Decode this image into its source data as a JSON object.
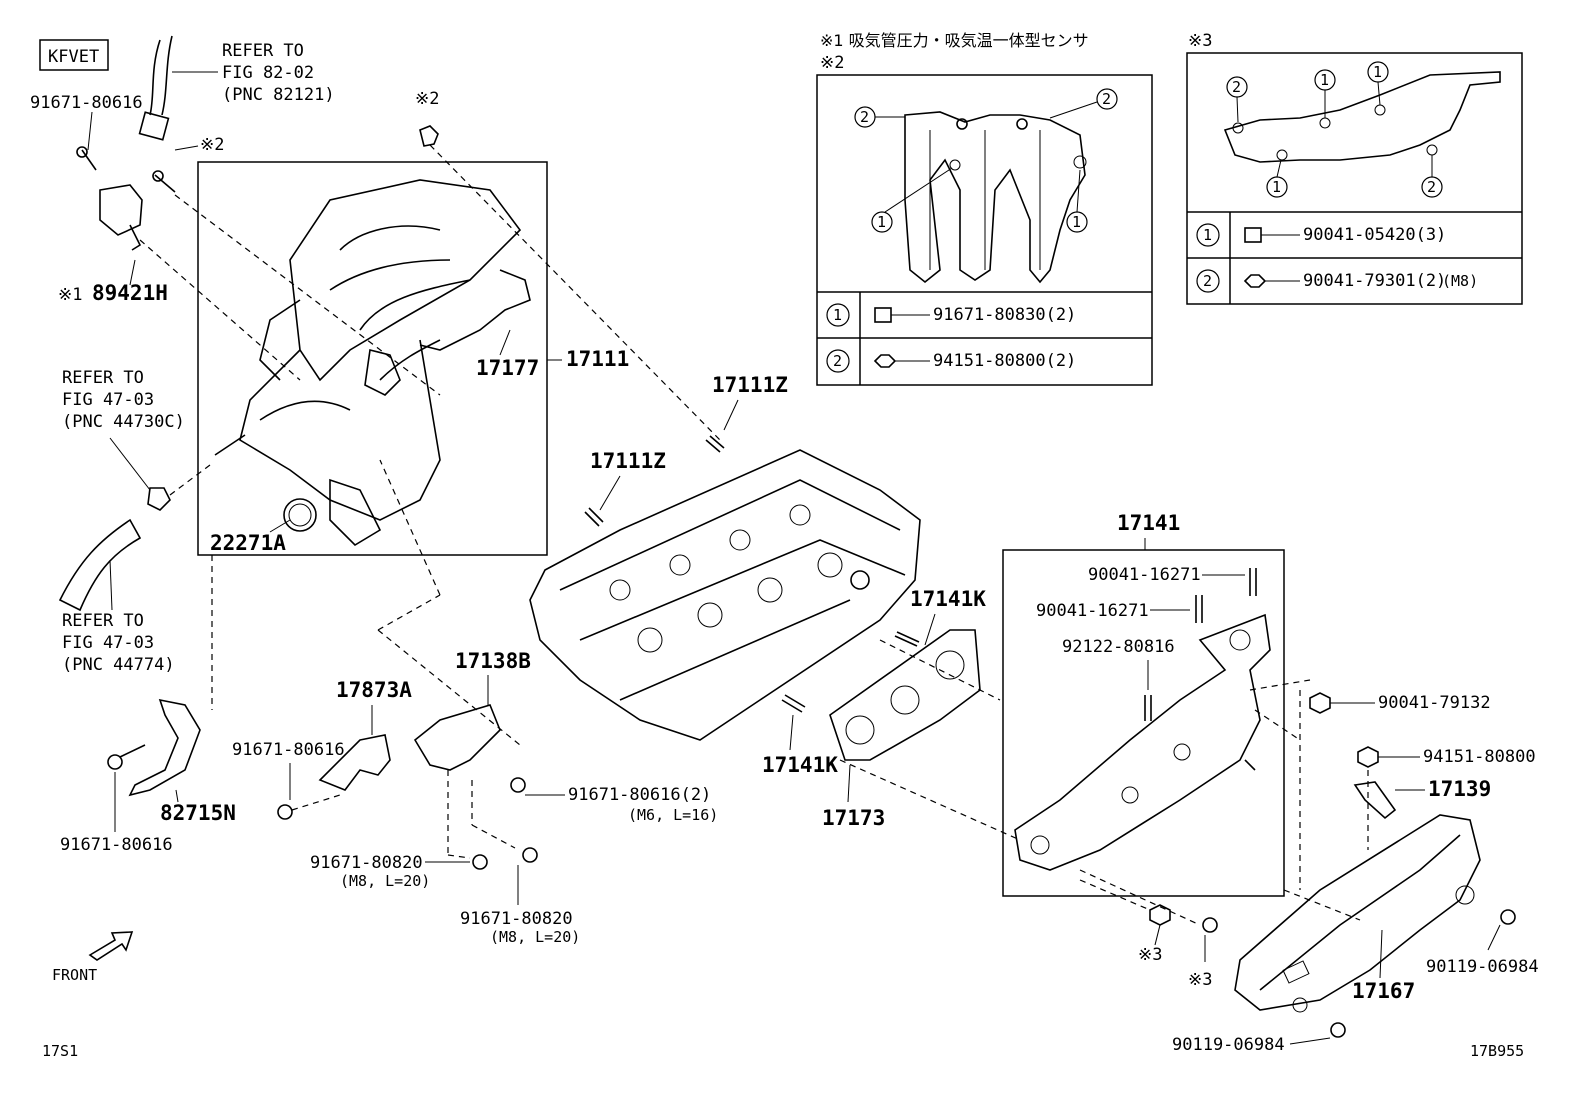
{
  "engine_code": "KFVET",
  "footer": {
    "left_code": "17S1",
    "right_code": "17B955",
    "front_label": "FRONT"
  },
  "refer": {
    "sensor_wire": [
      "REFER TO",
      "FIG 82-02",
      "(PNC 82121)"
    ],
    "hose_clip": [
      "REFER TO",
      "FIG 47-03",
      "(PNC 44730C)"
    ],
    "hose": [
      "REFER TO",
      "FIG 47-03",
      "(PNC 44774)"
    ]
  },
  "notes": {
    "note1_text": "※1 吸気管圧力・吸気温一体型センサ",
    "note2": "※2",
    "note3": "※3",
    "sensor_prefix": "※1"
  },
  "labels": {
    "p91671_80616_top": "91671-80616",
    "p89421h": "89421H",
    "p17177": "17177",
    "p17111": "17111",
    "p17111z_a": "17111Z",
    "p17111z_b": "17111Z",
    "p22271a": "22271A",
    "p17873a": "17873A",
    "p17138b": "17138B",
    "p91671_80616_left": "91671-80616",
    "p91671_80616_bottom": "91671-80616",
    "p82715n": "82715N",
    "p91671_80616_2": "91671-80616(2)",
    "p91671_80616_2_sub": "(M6, L=16)",
    "p91671_80820_a": "91671-80820",
    "p91671_80820_a_sub": "(M8, L=20)",
    "p91671_80820_b": "91671-80820",
    "p91671_80820_b_sub": "(M8, L=20)",
    "p17141k_a": "17141K",
    "p17141k_b": "17141K",
    "p17173": "17173",
    "p17141": "17141",
    "p90041_16271_a": "90041-16271",
    "p90041_16271_b": "90041-16271",
    "p92122_80816": "92122-80816",
    "p90041_79132": "90041-79132",
    "p94151_80800": "94151-80800",
    "p17139": "17139",
    "p90119_06984_a": "90119-06984",
    "p90119_06984_b": "90119-06984",
    "p17167": "17167",
    "note3_a": "※3",
    "note3_b": "※3",
    "note2_a": "※2",
    "note2_b": "※2"
  },
  "table2": {
    "title": "※2",
    "rows": [
      {
        "key": "1",
        "part": "91671-80830(2)"
      },
      {
        "key": "2",
        "part": "94151-80800(2)"
      }
    ],
    "callouts": [
      "2",
      "2",
      "1",
      "1"
    ]
  },
  "table3": {
    "title": "※3",
    "rows": [
      {
        "key": "1",
        "part": "90041-05420(3)",
        "extra": ""
      },
      {
        "key": "2",
        "part": "90041-79301(2)",
        "extra": "(M8)"
      }
    ],
    "callouts": [
      "2",
      "1",
      "1",
      "1",
      "2"
    ]
  }
}
